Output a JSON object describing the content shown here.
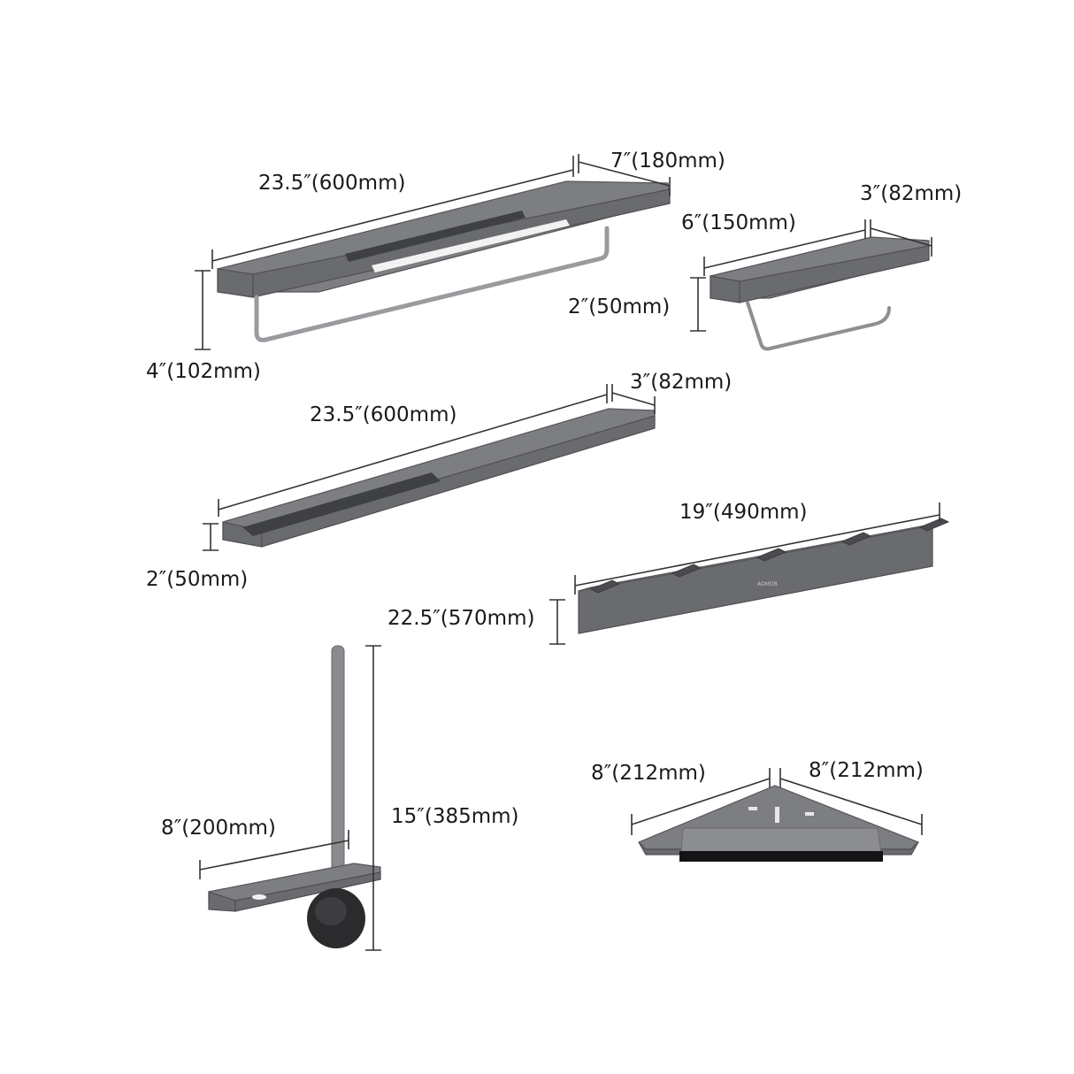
{
  "products": {
    "towel_shelf": {
      "length_label": "23.5″(600mm)",
      "depth_label": "7″(180mm)",
      "height_label": "4″(102mm)"
    },
    "paper_holder": {
      "length_label": "6″(150mm)",
      "depth_label": "3″(82mm)",
      "height_label": "2″(50mm)"
    },
    "long_shelf": {
      "length_label": "23.5″(600mm)",
      "depth_label": "3″(82mm)",
      "height_label": "2″(50mm)"
    },
    "hook_rail": {
      "length_label": "19″(490mm)",
      "height_label": "22.5″(570mm)",
      "logo_text": "AOMOB"
    },
    "toilet_brush": {
      "width_label": "8″(200mm)",
      "height_label": "15″(385mm)"
    },
    "corner_shelf": {
      "left_label": "8″(212mm)",
      "right_label": "8″(212mm)"
    }
  },
  "colors": {
    "background": "#ffffff",
    "metal": "#6a6b6e",
    "dimension_line": "#333333",
    "text": "#1a1a1a"
  }
}
